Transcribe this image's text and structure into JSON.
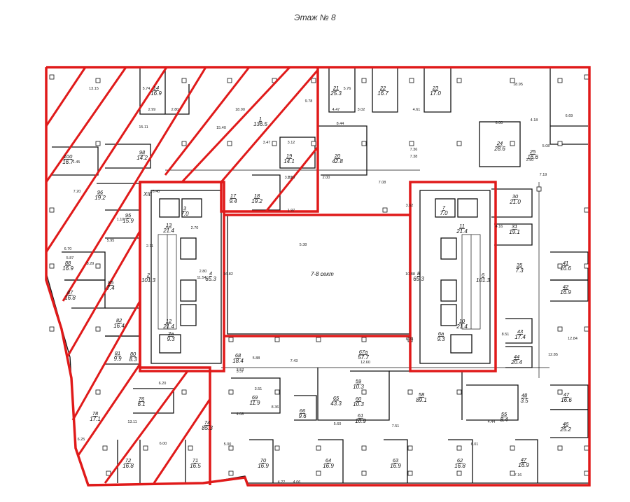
{
  "title": "Этаж № 8",
  "colors": {
    "highlight": "#e01a1a",
    "wall": "#111111",
    "background": "#ffffff"
  },
  "zones": {
    "corridor_label": "7-8 сект",
    "core_label": "XIII"
  },
  "rooms": [
    {
      "no": "1",
      "area": "136.5"
    },
    {
      "no": "2",
      "area": "101.3"
    },
    {
      "no": "2a",
      "area": "9.3"
    },
    {
      "no": "3",
      "area": "7.0"
    },
    {
      "no": "4",
      "area": "65.3"
    },
    {
      "no": "6",
      "area": "101.3"
    },
    {
      "no": "6a",
      "area": "9.3"
    },
    {
      "no": "7",
      "area": "7.0"
    },
    {
      "no": "8",
      "area": "65.3"
    },
    {
      "no": "10",
      "area": "21.4"
    },
    {
      "no": "11",
      "area": "21.4"
    },
    {
      "no": "12",
      "area": "21.4"
    },
    {
      "no": "13",
      "area": "21.4"
    },
    {
      "no": "14",
      "area": "16.9"
    },
    {
      "no": "17",
      "area": "9.4"
    },
    {
      "no": "18",
      "area": "19.2"
    },
    {
      "no": "19",
      "area": "14.1"
    },
    {
      "no": "20",
      "area": "42.8"
    },
    {
      "no": "21",
      "area": "25.3"
    },
    {
      "no": "22",
      "area": "16.7"
    },
    {
      "no": "23",
      "area": "17.0"
    },
    {
      "no": "24",
      "area": "28.6"
    },
    {
      "no": "25",
      "area": "16.6"
    },
    {
      "no": "30",
      "area": "21.0"
    },
    {
      "no": "31",
      "area": "19.1"
    },
    {
      "no": "35",
      "area": "7.3"
    },
    {
      "no": "41",
      "area": "16.6"
    },
    {
      "no": "42",
      "area": "16.9"
    },
    {
      "no": "43",
      "area": "17.4"
    },
    {
      "no": "44",
      "area": "20.4"
    },
    {
      "no": "46",
      "area": "25.2"
    },
    {
      "no": "47",
      "area": "16.6"
    },
    {
      "no": "47",
      "area": "16.9"
    },
    {
      "no": "48",
      "area": "3.5"
    },
    {
      "no": "55",
      "area": "8.4"
    },
    {
      "no": "58",
      "area": "89.1"
    },
    {
      "no": "59",
      "area": "10.3"
    },
    {
      "no": "60",
      "area": "10.3"
    },
    {
      "no": "61",
      "area": "10.9"
    },
    {
      "no": "62",
      "area": "16.8"
    },
    {
      "no": "63",
      "area": "16.9"
    },
    {
      "no": "64",
      "area": "16.9"
    },
    {
      "no": "65",
      "area": "43.3"
    },
    {
      "no": "66",
      "area": "9.6"
    },
    {
      "no": "67a",
      "area": "57.7"
    },
    {
      "no": "68",
      "area": "18.4"
    },
    {
      "no": "69",
      "area": "11.9"
    },
    {
      "no": "70",
      "area": "16.9"
    },
    {
      "no": "71",
      "area": "16.5"
    },
    {
      "no": "72",
      "area": "16.8"
    },
    {
      "no": "74",
      "area": "85.3"
    },
    {
      "no": "76",
      "area": "6.1"
    },
    {
      "no": "78",
      "area": "17.1"
    },
    {
      "no": "80",
      "area": "8.3"
    },
    {
      "no": "81",
      "area": "9.9"
    },
    {
      "no": "82",
      "area": "16.4"
    },
    {
      "no": "85",
      "area": "7.4"
    },
    {
      "no": "87",
      "area": "16.8"
    },
    {
      "no": "88",
      "area": "16.9"
    },
    {
      "no": "95",
      "area": "15.9"
    },
    {
      "no": "96",
      "area": "19.2"
    },
    {
      "no": "98",
      "area": "14.2"
    },
    {
      "no": "100",
      "area": "16.7"
    }
  ],
  "dimensions": [
    "13.15",
    "18.00",
    "18.95",
    "5.74",
    "5.76",
    "9.78",
    "8.44",
    "15.40",
    "15.11",
    "3.47",
    "3.12",
    "3.20",
    "2.99",
    "2.80",
    "4.47",
    "3.02",
    "4.61",
    "4.18",
    "6.69",
    "6.00",
    "7.36",
    "7.38",
    "7.08",
    "7.20",
    "7.43",
    "7.51",
    "12.60",
    "12.85",
    "12.84",
    "13.11",
    "3.37",
    "8.36",
    "4.08",
    "3.57",
    "3.51",
    "6.20",
    "6.25",
    "6.01",
    "5.00",
    "6.00",
    "7.16",
    "7.19",
    "4.06",
    "4.44",
    "4.22",
    "5.60",
    "6.40",
    "2.70",
    "2.80",
    "5.38",
    "1.97",
    "5.88",
    "6.24",
    "10.88",
    "16.82",
    "11.54",
    "4.16",
    "3.20",
    "5.08",
    "2.50",
    "1.45",
    "6.70",
    "5.87",
    "5.95",
    "1.10",
    "2.11",
    "2.00",
    "8.51",
    "3.62",
    "8.29",
    "3.81"
  ]
}
